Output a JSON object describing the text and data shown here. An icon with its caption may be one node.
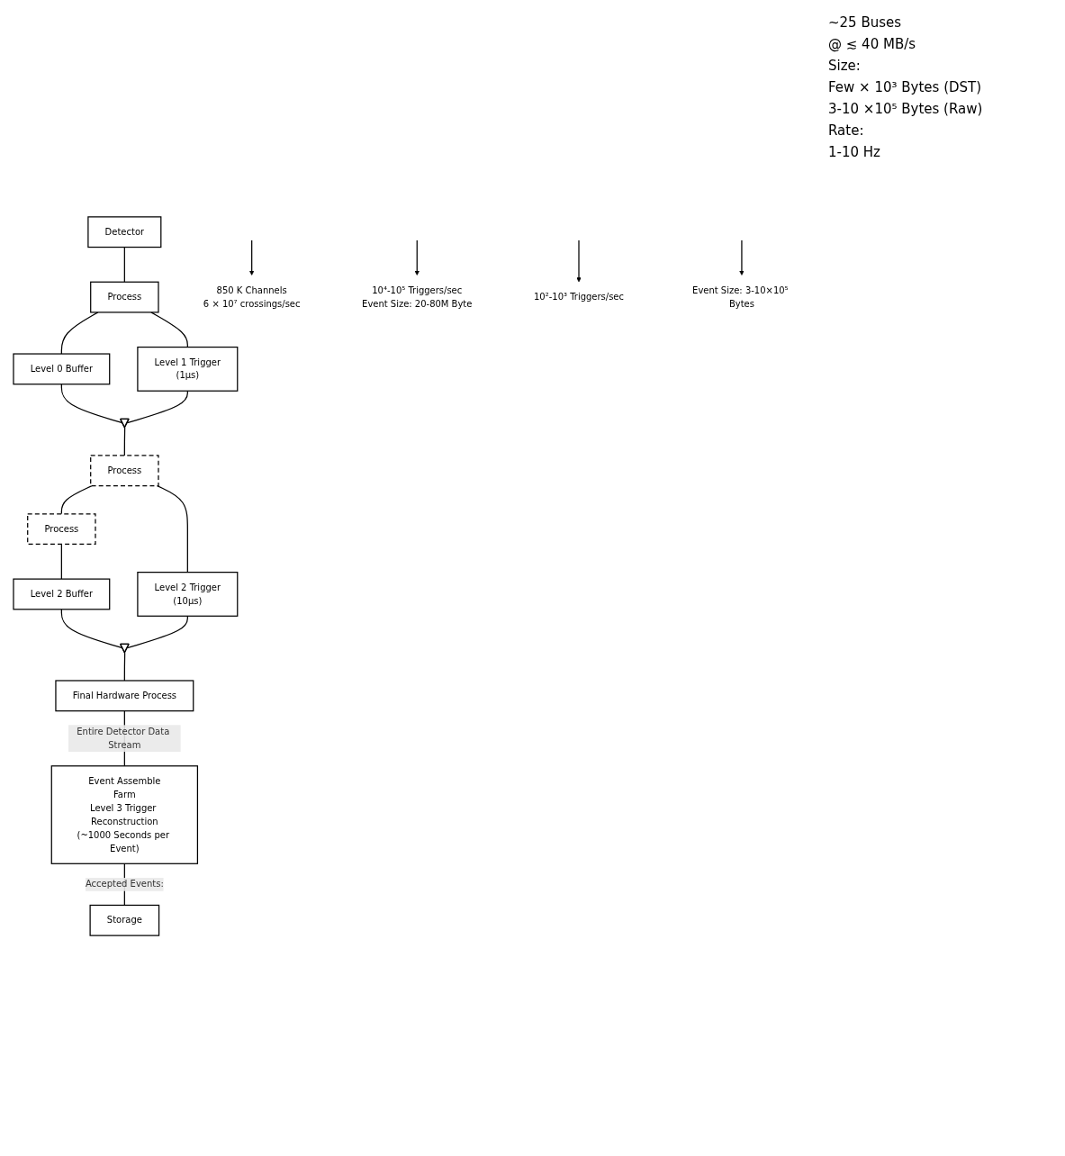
{
  "diagram": {
    "nodes": [
      {
        "text": [
          "Detector"
        ]
      },
      {
        "text": [
          "Process"
        ]
      },
      {
        "text": [
          "Level 0 Buffer"
        ]
      },
      {
        "text": [
          "Level 1 Trigger",
          "(1μs)"
        ]
      },
      {
        "text": [],
        "shape": "triangle"
      },
      {
        "text": [
          "Process"
        ]
      },
      {
        "text": [
          "Process"
        ]
      },
      {
        "text": [
          "Level 2 Buffer"
        ]
      },
      {
        "text": [
          "Level 2 Trigger",
          "(10μs)"
        ]
      },
      {
        "text": [],
        "shape": "triangle"
      },
      {
        "text": [
          "Final Hardware Process"
        ]
      },
      {
        "text": [
          "Event Assemble",
          "Farm",
          "Level 3 Trigger Reconstruction",
          "(~1000 Seconds per Event)"
        ]
      },
      {
        "text": [
          "Storage"
        ]
      },
      {
        "text": [
          "850 K Channels",
          "6 × 10⁷ crossings/sec"
        ]
      },
      {
        "text": [
          "10⁴-10⁵ Triggers/sec",
          "Event Size: 20-80M Byte"
        ]
      },
      {
        "text": [
          "10²-10³ Triggers/sec"
        ]
      },
      {
        "text": [
          "Event Size: 3-10×10⁵ Bytes"
        ]
      }
    ],
    "edges": [
      {
        "from": 0,
        "to": 1,
        "arrow": "none"
      },
      {
        "from": 1,
        "to": 2,
        "arrow": "none"
      },
      {
        "from": 1,
        "to": 3,
        "arrow": "none"
      },
      {
        "from": 2,
        "to": 4,
        "arrow": "none"
      },
      {
        "from": 3,
        "to": 4,
        "arrow": "none"
      },
      {
        "from": 4,
        "to": 5,
        "arrow": "none"
      },
      {
        "from": 5,
        "to": 6,
        "arrow": "none"
      },
      {
        "from": 5,
        "to": 8,
        "arrow": "none"
      },
      {
        "from": 6,
        "to": 7,
        "arrow": "none"
      },
      {
        "from": 7,
        "to": 9,
        "arrow": "none"
      },
      {
        "from": 8,
        "to": 9,
        "arrow": "none"
      },
      {
        "from": 9,
        "to": 10,
        "arrow": "none"
      },
      {
        "from": 10,
        "to": 11,
        "arrow": "none",
        "label": "Entire Detector Data Stream"
      },
      {
        "from": 11,
        "to": 12,
        "arrow": "none",
        "label": "Accepted Events:"
      },
      {
        "from": null,
        "to": 13,
        "arrow": "to"
      },
      {
        "from": null,
        "to": 14,
        "arrow": "to"
      },
      {
        "from": null,
        "to": 15,
        "arrow": "to"
      },
      {
        "from": null,
        "to": 16,
        "arrow": "to"
      }
    ],
    "labels": [
      "~25 Buses",
      "@ ≲ 40 MB/s",
      "Size:",
      "Few × 10³ Bytes (DST)",
      "3-10 ×10⁵ Bytes (Raw)",
      "Rate:",
      "1-10 Hz"
    ]
  }
}
